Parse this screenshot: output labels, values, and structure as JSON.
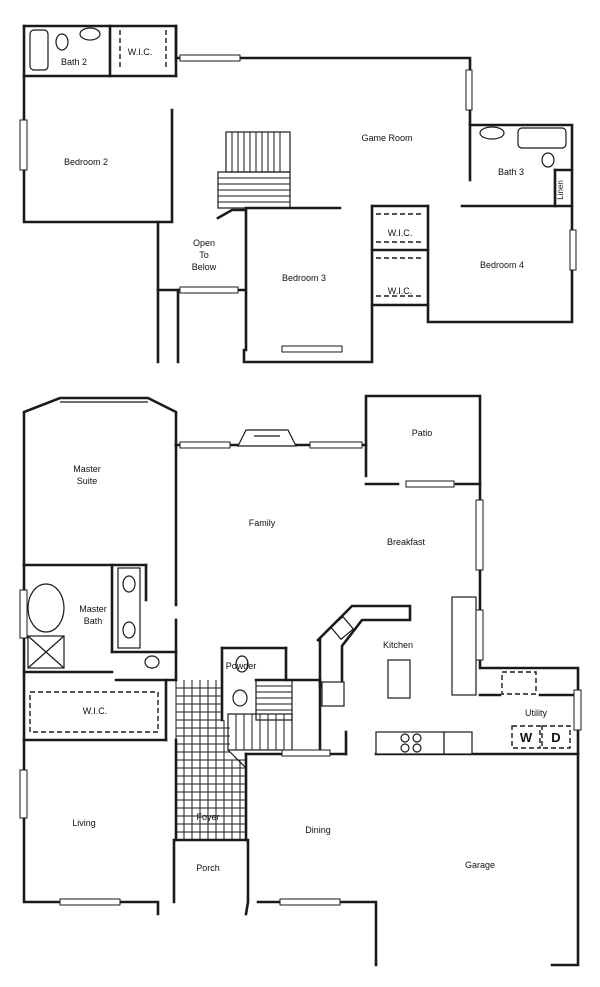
{
  "upper_floor": {
    "bath2": "Bath 2",
    "wic_top": "W.I.C.",
    "bedroom2": "Bedroom 2",
    "game_room": "Game Room",
    "bath3": "Bath 3",
    "linen": "Linen",
    "open_to_below": [
      "Open",
      "To",
      "Below"
    ],
    "bedroom3": "Bedroom 3",
    "wic_mid1": "W.I.C.",
    "wic_mid2": "W.I.C.",
    "bedroom4": "Bedroom 4"
  },
  "lower_floor": {
    "patio": "Patio",
    "master_suite": [
      "Master",
      "Suite"
    ],
    "family": "Family",
    "breakfast": "Breakfast",
    "master_bath": [
      "Master",
      "Bath"
    ],
    "kitchen": "Kitchen",
    "powder": "Powder",
    "wic": "W.I.C.",
    "utility": "Utility",
    "washer": "W",
    "dryer": "D",
    "living": "Living",
    "foyer": "Foyer",
    "dining": "Dining",
    "porch": "Porch",
    "garage": "Garage"
  }
}
